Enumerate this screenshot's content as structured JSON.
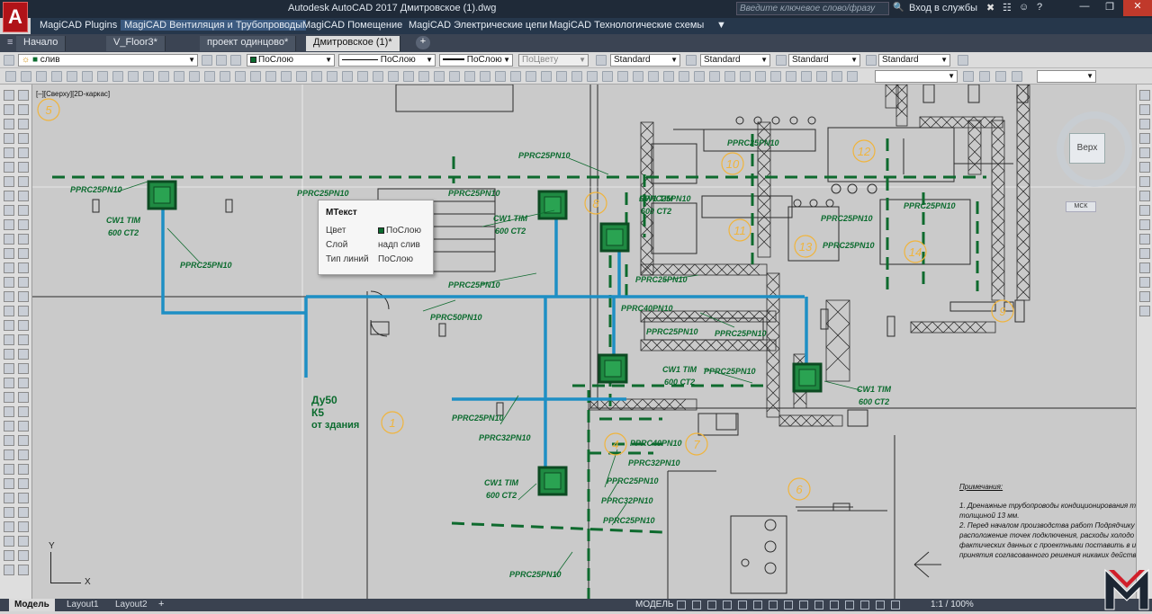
{
  "window": {
    "title": "Autodesk AutoCAD 2017   Дмитровское (1).dwg",
    "search_placeholder": "Введите ключевое слово/фразу",
    "signin_label": "Вход в службы"
  },
  "app_logo": "A",
  "menu": {
    "items": [
      {
        "label": "MagiCAD Plugins"
      },
      {
        "label": "MagiCAD Вентиляция и Трубопроводы"
      },
      {
        "label": "MagiCAD Помещение"
      },
      {
        "label": "MagiCAD Электрические цепи"
      },
      {
        "label": "MagiCAD Технологические схемы"
      }
    ]
  },
  "doc_tabs": [
    {
      "label": "Начало"
    },
    {
      "label": "V_Floor3*"
    },
    {
      "label": "проект одинцово*"
    },
    {
      "label": "Дмитровское (1)*"
    }
  ],
  "toolbar": {
    "layer_value": "слив",
    "color_value": "ПоСлою",
    "linetype_value": "ПоСлою",
    "lineweight_value": "ПоСлою",
    "plotstyle_value": "ПоЦвету",
    "textstyle_value": "Standard",
    "dimstyle_value": "Standard",
    "tablestyle_value": "Standard",
    "mleaderstyle_value": "Standard"
  },
  "viewport": {
    "label": "[–][Сверху][2D-каркас]",
    "viewcube_label": "Верх",
    "ucs_label": "МСК",
    "axis_y": "Y",
    "axis_x": "X"
  },
  "tooltip": {
    "title": "МТекст",
    "rows": [
      {
        "key": "Цвет",
        "value": "ПоСлою"
      },
      {
        "key": "Слой",
        "value": "надп слив"
      },
      {
        "key": "Тип линий",
        "value": "ПоСлою"
      }
    ]
  },
  "drawing": {
    "pipe_labels": [
      "PPRC25PN10",
      "PPRC25PN10",
      "PPRC25PN10",
      "PPRC25PN10",
      "PPRC25PN10",
      "PPRC25PN10",
      "PPRC25PN10",
      "PPRC50PN10",
      "PPRC25PN10",
      "PPRC25PN10",
      "PPRC40PN10",
      "PPRC25PN10",
      "PPRC25PN10",
      "PPRC25PN10",
      "PPRC25PN10",
      "PPRC25PN10",
      "PPRC25PN10",
      "PPRC40PN10",
      "PPRC32PN10",
      "PPRC25PN10",
      "PPRC32PN10",
      "PPRC25PN10",
      "PPRC32PN10",
      "PPRC25PN10",
      "PPRC25PN10"
    ],
    "unit_labels": [
      "CW1 TIM",
      "600 СТ2"
    ],
    "riser_label": [
      "Ду50",
      "К5",
      "от здания"
    ],
    "room_numbers": [
      "5",
      "10",
      "11",
      "12",
      "13",
      "14",
      "9",
      "8",
      "1",
      "4",
      "7",
      "6"
    ],
    "notes_title": "Примечания:",
    "notes_lines": [
      "1. Дренажные трубопроводы кондиционирования те",
      "толщиной 13 мм.",
      "2. Перед началом производства работ Подрядчику",
      "расположение точек подключения, расходы холодо",
      "фактических данных с проектными поставить в и",
      "принятия согласованного решения никаких действ"
    ]
  },
  "status": {
    "layout_tabs": [
      {
        "label": "Модель"
      },
      {
        "label": "Layout1"
      },
      {
        "label": "Layout2"
      }
    ],
    "mode_label": "МОДЕЛЬ",
    "scale_label": "1:1 / 100%"
  },
  "colors": {
    "pipe_blue": "#1e8fc4",
    "pipe_green": "#0e6a2e",
    "label_green": "#0b6b2e",
    "room_orange": "#f0b43c",
    "wall": "#2b2b2b"
  }
}
